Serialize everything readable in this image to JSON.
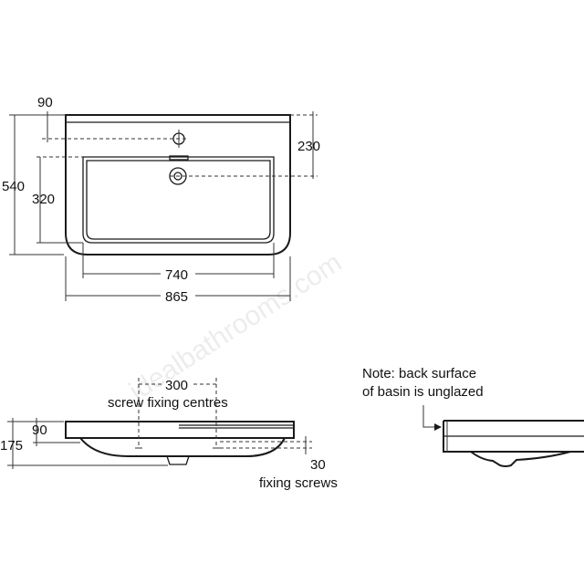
{
  "plan_view": {
    "dim_tap_offset": "90",
    "dim_tap_to_waste": "230",
    "dim_overall_depth": "540",
    "dim_bowl_depth": "320",
    "dim_bowl_width": "740",
    "dim_overall_width": "865"
  },
  "front_view": {
    "dim_screw_centres": "300",
    "label_screw_centres": "screw fixing centres",
    "dim_rim_height": "90",
    "dim_overall_height": "175",
    "dim_screw_height": "30",
    "label_fixing_screws": "fixing screws"
  },
  "side_view": {
    "note_line1": "Note: back surface",
    "note_line2": "of basin is unglazed"
  },
  "watermark": "idealbathrooms.com",
  "colors": {
    "line": "#1a1a1a",
    "background": "#ffffff"
  }
}
